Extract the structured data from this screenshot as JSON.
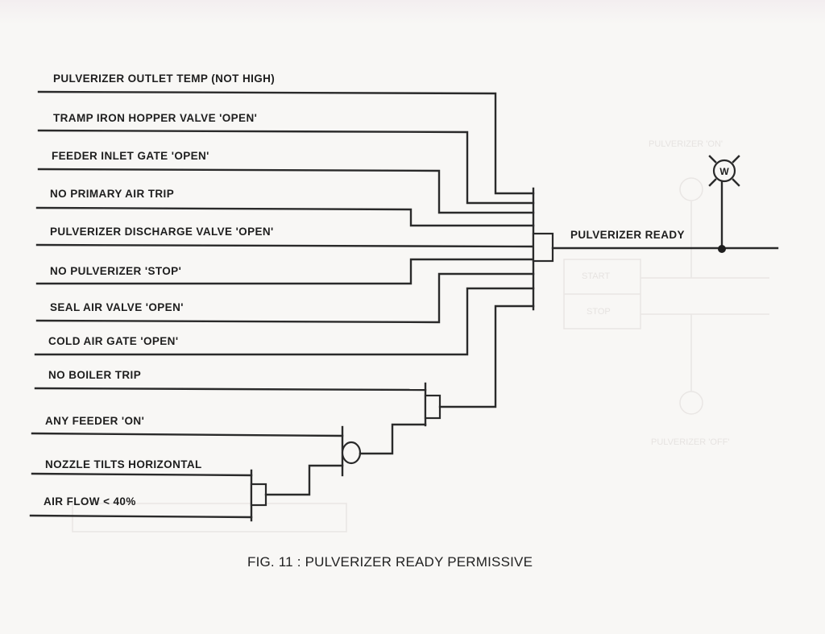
{
  "inputs": [
    "PULVERIZER OUTLET TEMP (NOT HIGH)",
    "TRAMP IRON HOPPER VALVE 'OPEN'",
    "FEEDER INLET GATE 'OPEN'",
    "NO PRIMARY AIR TRIP",
    "PULVERIZER DISCHARGE VALVE 'OPEN'",
    "NO PULVERIZER 'STOP'",
    "SEAL AIR VALVE 'OPEN'",
    "COLD AIR GATE 'OPEN'",
    "NO BOILER TRIP",
    "ANY FEEDER 'ON'",
    "NOZZLE TILTS HORIZONTAL",
    "AIR FLOW < 40%"
  ],
  "output": {
    "label": "PULVERIZER READY",
    "lamp": "W"
  },
  "caption": "FIG. 11 : PULVERIZER READY PERMISSIVE"
}
